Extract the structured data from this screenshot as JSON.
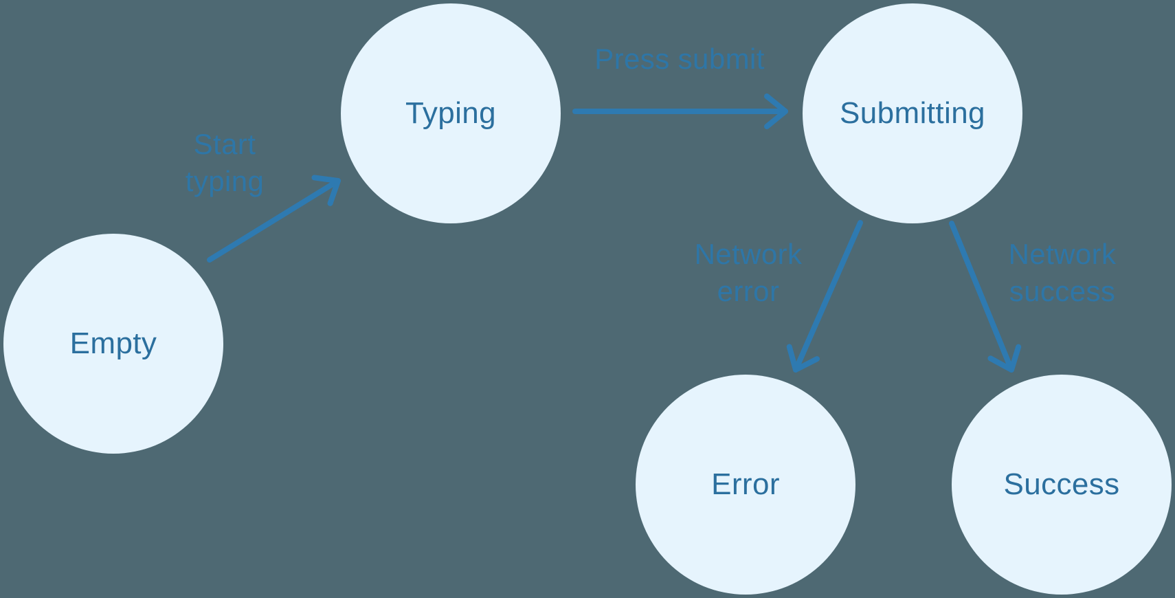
{
  "theme": {
    "background": "#4e6973",
    "node-fill": "#e6f4fd",
    "node-text": "#2b6f9e",
    "arrow": "#2e7ab1",
    "label": "#2e76a7"
  },
  "diagram": {
    "type": "state-machine",
    "states": [
      {
        "id": "empty",
        "label": "Empty"
      },
      {
        "id": "typing",
        "label": "Typing"
      },
      {
        "id": "submitting",
        "label": "Submitting"
      },
      {
        "id": "error",
        "label": "Error"
      },
      {
        "id": "success",
        "label": "Success"
      }
    ],
    "transitions": [
      {
        "id": "start-typing",
        "from": "empty",
        "to": "typing",
        "label": "Start typing",
        "label_lines": [
          "Start",
          "typing"
        ]
      },
      {
        "id": "press-submit",
        "from": "typing",
        "to": "submitting",
        "label": "Press submit",
        "label_lines": [
          "Press submit"
        ]
      },
      {
        "id": "network-error",
        "from": "submitting",
        "to": "error",
        "label": "Network error",
        "label_lines": [
          "Network",
          "error"
        ]
      },
      {
        "id": "network-success",
        "from": "submitting",
        "to": "success",
        "label": "Network success",
        "label_lines": [
          "Network",
          "success"
        ]
      }
    ]
  }
}
